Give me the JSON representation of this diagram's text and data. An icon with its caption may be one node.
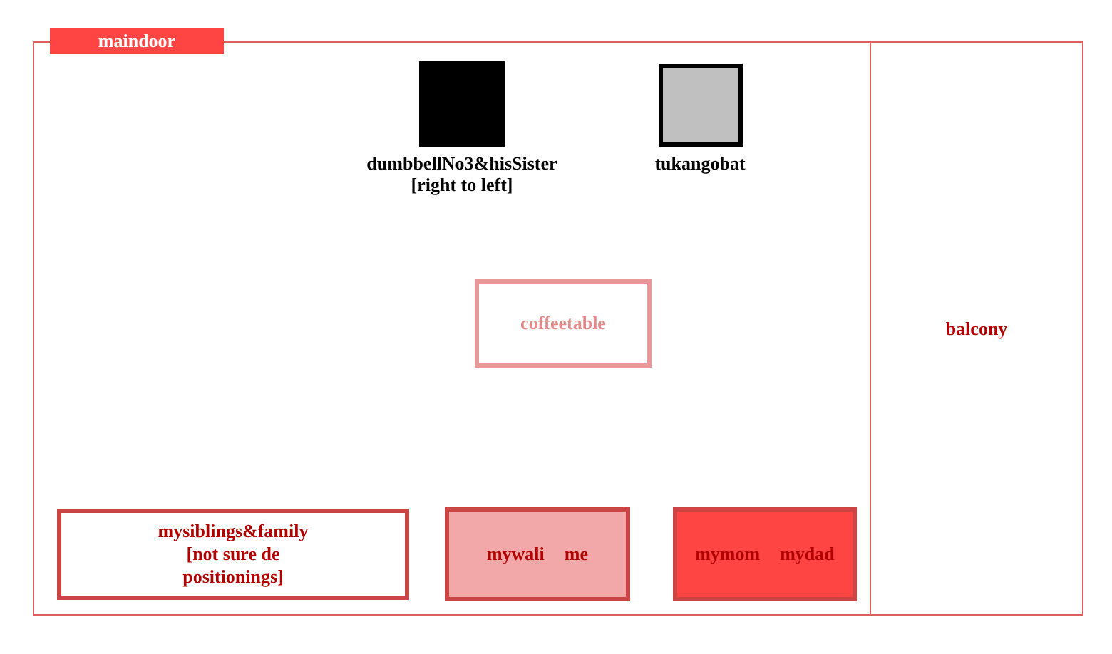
{
  "diagram": {
    "nodes": [
      {
        "text": [],
        "shape": "box"
      },
      {
        "text": [
          "maindoor"
        ]
      },
      {
        "text": [
          "dumbbellNo3&hisSister [right to left]"
        ],
        "in": 0
      },
      {
        "text": [
          "tukangobat"
        ],
        "in": 0
      },
      {
        "text": [
          "coffeetable"
        ],
        "in": 0
      },
      {
        "text": [
          "mysiblings&family [not sure de positionings]"
        ],
        "in": 0
      },
      {
        "text": [
          "mywali",
          "me"
        ],
        "in": 0
      },
      {
        "text": [
          "mymom",
          "mydad"
        ],
        "in": 0
      },
      {
        "text": [
          "balcony"
        ]
      }
    ],
    "edges": []
  }
}
